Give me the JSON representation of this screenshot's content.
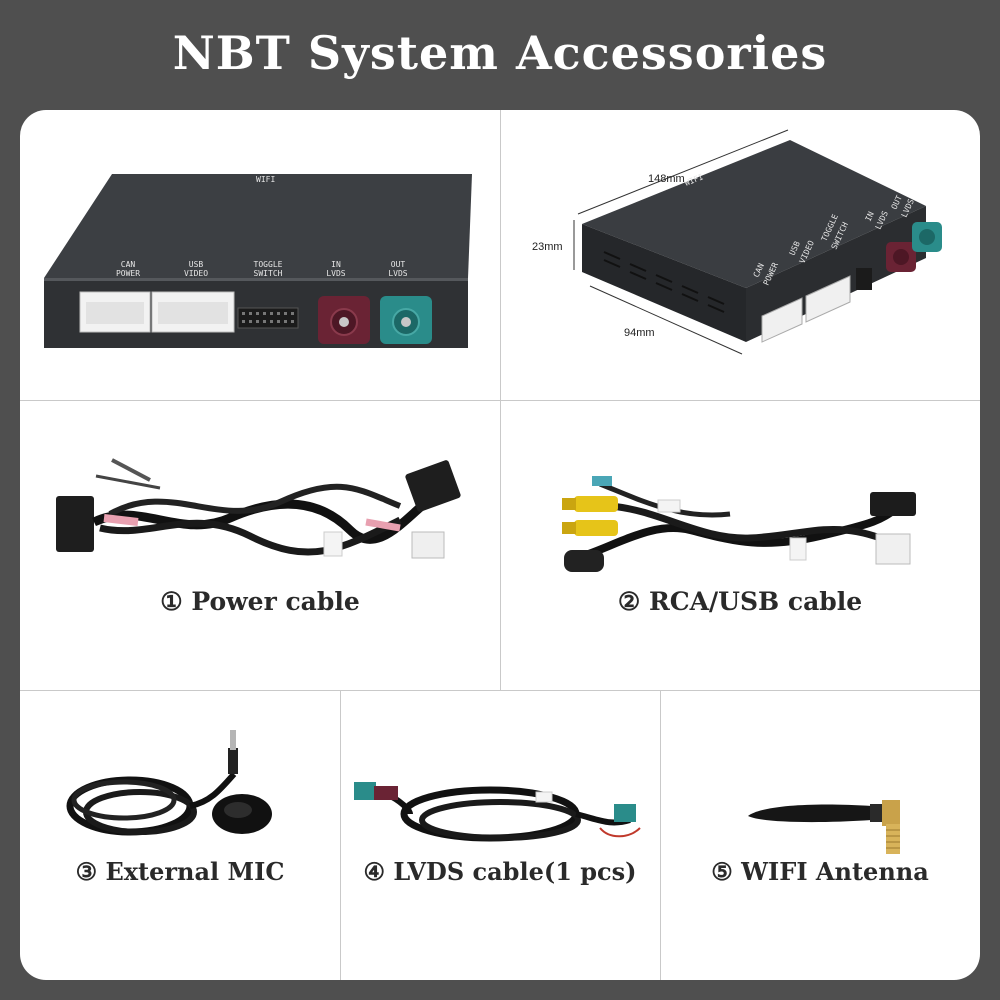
{
  "title": "NBT System Accessories",
  "colors": {
    "background": "#4f4f4f",
    "panel": "#ffffff",
    "device": "#2f3134",
    "connector_maroon": "#6a2334",
    "connector_teal": "#2a8c8a",
    "rca_yellow": "#e6c419"
  },
  "device_front": {
    "top_label": "WIFI",
    "ports": [
      {
        "line1": "CAN",
        "line2": "POWER"
      },
      {
        "line1": "USB",
        "line2": "VIDEO"
      },
      {
        "line1": "TOGGLE",
        "line2": "SWITCH"
      },
      {
        "line1": "IN",
        "line2": "LVDS"
      },
      {
        "line1": "OUT",
        "line2": "LVDS"
      }
    ]
  },
  "device_side": {
    "top_label": "WIFI",
    "dimensions": {
      "length": "148mm",
      "height": "23mm",
      "width": "94mm"
    },
    "ports": [
      {
        "line1": "CAN",
        "line2": "POWER"
      },
      {
        "line1": "USB",
        "line2": "VIDEO"
      },
      {
        "line1": "TOGGLE",
        "line2": "SWITCH"
      },
      {
        "line1": "IN",
        "line2": "LVDS"
      },
      {
        "line1": "OUT",
        "line2": "LVDS"
      }
    ]
  },
  "items": [
    {
      "number": "①",
      "label": "Power cable",
      "icon": "power-cable-icon"
    },
    {
      "number": "②",
      "label": "RCA/USB cable",
      "icon": "rca-usb-cable-icon"
    },
    {
      "number": "③",
      "label": "External MIC",
      "icon": "microphone-icon"
    },
    {
      "number": "④",
      "label": "LVDS cable(1 pcs)",
      "icon": "lvds-cable-icon"
    },
    {
      "number": "⑤",
      "label": "WIFI Antenna",
      "icon": "antenna-icon"
    }
  ]
}
